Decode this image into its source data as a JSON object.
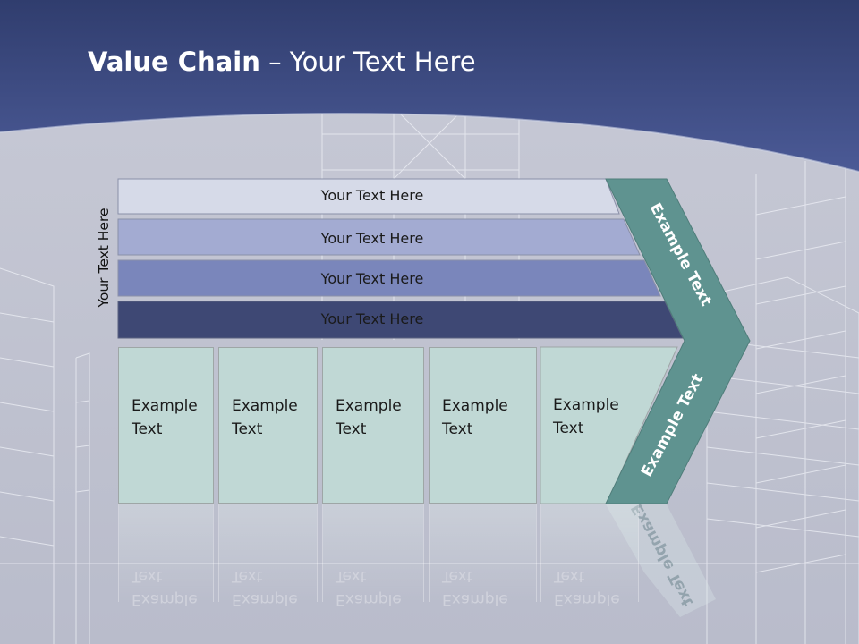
{
  "slide": {
    "title_bold": "Value Chain",
    "title_rest": " – Your Text Here",
    "side_label": "Your Text Here"
  },
  "bars": [
    {
      "label": "Your Text Here",
      "fill": "#d6dae8"
    },
    {
      "label": "Your Text Here",
      "fill": "#a3abd2"
    },
    {
      "label": "Your Text Here",
      "fill": "#7a86bb"
    },
    {
      "label": "Your Text Here",
      "fill": "#3e4874"
    }
  ],
  "cards": [
    {
      "text": "Example\nText"
    },
    {
      "text": "Example\nText"
    },
    {
      "text": "Example\nText"
    },
    {
      "text": "Example\nText"
    },
    {
      "text": "Example\nText"
    }
  ],
  "chevron": {
    "upper_text": "Example Text",
    "lower_text": "Example Text",
    "fill": "#5f9390"
  },
  "colors": {
    "header_band": "#3c4a86",
    "card_fill": "#c0d8d5",
    "background": "#c9cbd8"
  }
}
